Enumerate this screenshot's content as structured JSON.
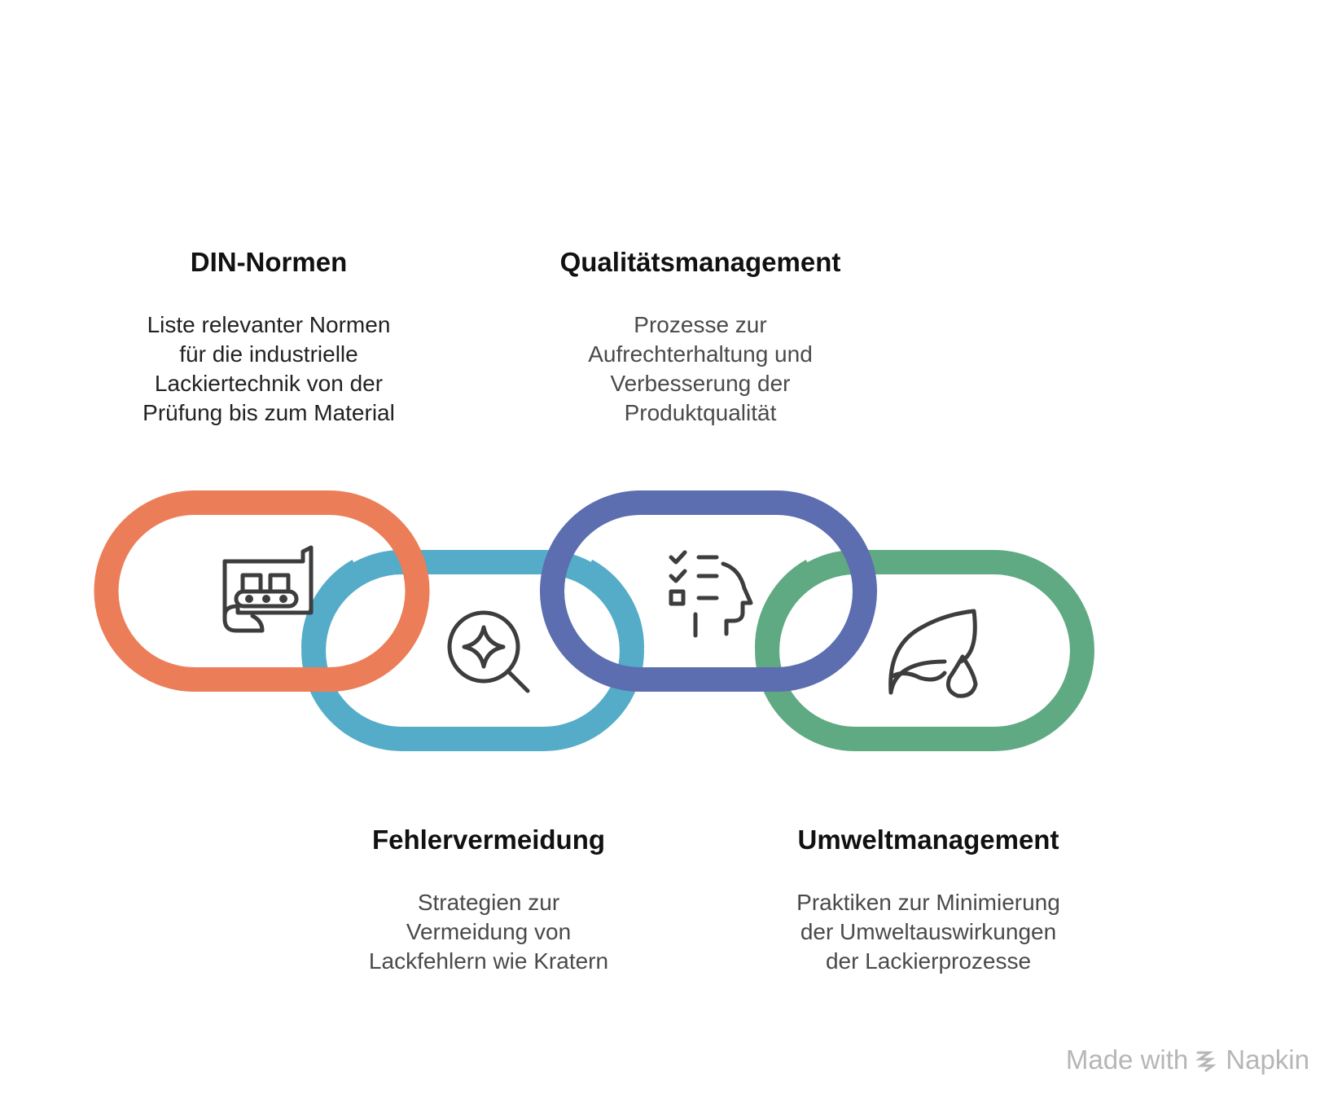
{
  "items": [
    {
      "title": "DIN-Normen",
      "desc": "Liste relevanter Normen\nfür die industrielle\nLackiertechnik von der\nPrüfung bis zum Material",
      "color": "#EB7E58",
      "icon": "factory-conveyor-icon"
    },
    {
      "title": "Fehlervermeidung",
      "desc": "Strategien zur\nVermeidung von\nLackfehlern wie Kratern",
      "color": "#54ACC8",
      "icon": "sparkle-magnifier-icon"
    },
    {
      "title": "Qualitätsmanagement",
      "desc": "Prozesse zur\nAufrechterhaltung und\nVerbesserung der\nProduktqualität",
      "color": "#5C6DB0",
      "icon": "checklist-head-icon"
    },
    {
      "title": "Umweltmanagement",
      "desc": "Praktiken zur Minimierung\nder Umweltauswirkungen\nder Lackierprozesse",
      "color": "#5FAA82",
      "icon": "leaf-drop-icon"
    }
  ],
  "footer": {
    "made_with": "Made with",
    "brand": "Napkin"
  }
}
